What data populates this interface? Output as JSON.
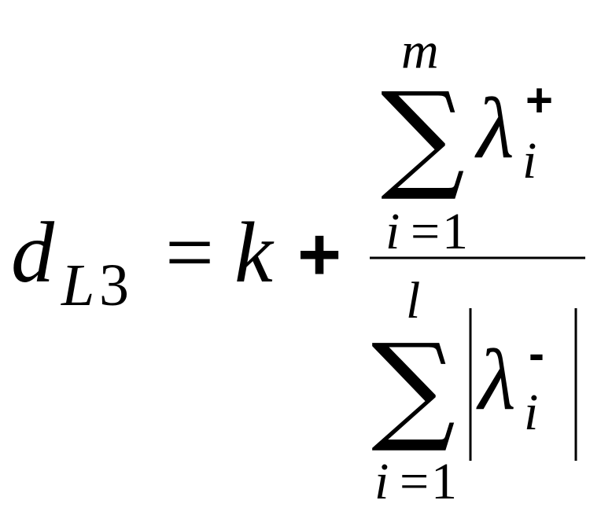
{
  "formula": {
    "lhs": {
      "variable": "d",
      "subscript_letter": "L",
      "subscript_number": "3"
    },
    "equals": "=",
    "k": "k",
    "plus": "+",
    "numerator": {
      "sum_symbol": "∑",
      "upper_limit": "m",
      "lambda": "λ",
      "superscript": "+",
      "subscript": "i",
      "lower_index": "i",
      "lower_equals": "=",
      "lower_value": "1"
    },
    "denominator": {
      "sum_symbol": "∑",
      "upper_limit": "l",
      "lambda": "λ",
      "superscript": "-",
      "subscript": "i",
      "lower_index": "i",
      "lower_equals": "=",
      "lower_value": "1"
    }
  }
}
